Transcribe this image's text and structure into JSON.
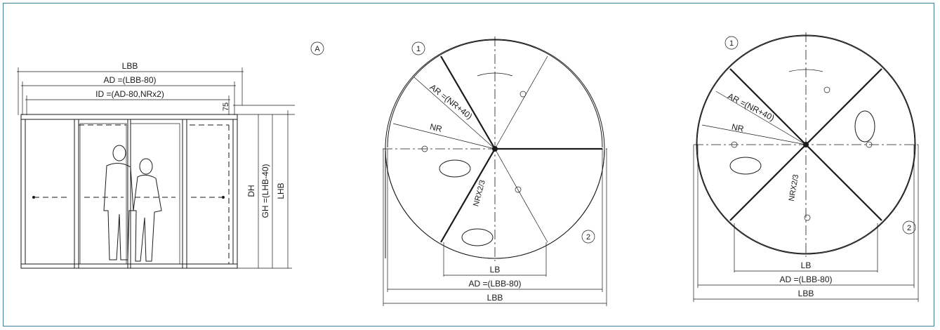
{
  "callouts": {
    "a": "A",
    "one": "1",
    "two": "2"
  },
  "elevation": {
    "lbb": "LBB",
    "ad": "AD =(LBB-80)",
    "id": "ID =(AD-80,NRx2)",
    "gap": "75",
    "dh": "DH",
    "gh": "GH =(LHB-40)",
    "lhb": "LHB"
  },
  "plan3": {
    "ar": "AR =(NR+40)",
    "nr": "NR",
    "nrx": "NRX2/3",
    "lb": "LB",
    "ad": "AD =(LBB-80)",
    "lbb": "LBB"
  },
  "plan4": {
    "ar": "AR =(NR+40)",
    "nr": "NR",
    "nrx": "NRX2/3",
    "lb": "LB",
    "ad": "AD =(LBB-80)",
    "lbb": "LBB"
  }
}
